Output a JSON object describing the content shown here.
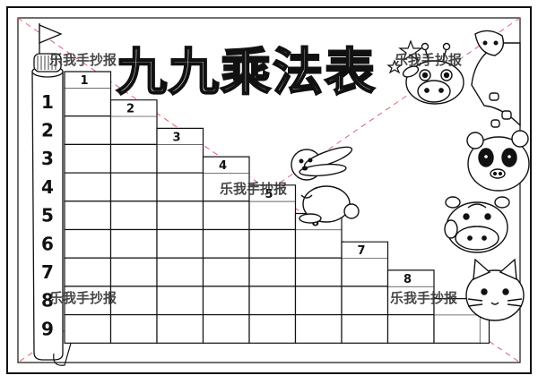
{
  "title": "九九乘法表",
  "watermark": "乐我手抄报",
  "row_labels": [
    "1",
    "2",
    "3",
    "4",
    "5",
    "6",
    "7",
    "8",
    "9"
  ],
  "step_labels": [
    "1",
    "2",
    "3",
    "4",
    "5",
    "6",
    "7",
    "8"
  ],
  "colors": {
    "ink": "#111111",
    "dash": "#e06070",
    "watermark": "#333333",
    "paper": "#ffffff"
  }
}
